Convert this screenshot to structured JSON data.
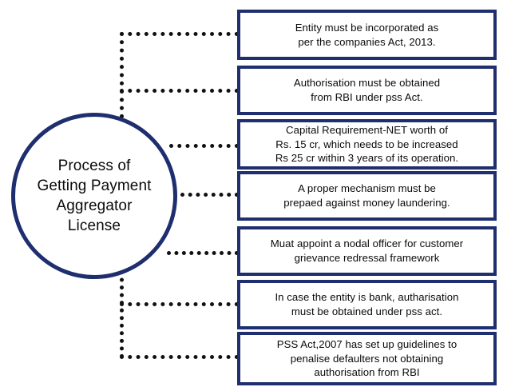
{
  "diagram": {
    "title": "Process of Getting Payment Aggregator License",
    "center_node": {
      "name": "process-circle",
      "lines": [
        "Process of",
        "Getting Payment",
        "Aggregator",
        "License"
      ]
    },
    "accent_color": "#1F2E6E",
    "connector_color": "#111111",
    "background_color": "#FFFFFF",
    "steps": [
      {
        "id": "step-1",
        "lines": [
          "Entity must be incorporated as",
          "per the companies  Act, 2013."
        ]
      },
      {
        "id": "step-2",
        "lines": [
          "Authorisation must be obtained",
          "from RBI under pss Act."
        ]
      },
      {
        "id": "step-3",
        "lines": [
          "Capital Requirement-NET worth  of",
          "Rs. 15 cr, which needs to be increased",
          "Rs 25 cr within 3 years of its operation."
        ]
      },
      {
        "id": "step-4",
        "lines": [
          "A proper mechanism must be",
          "prepaed against money laundering."
        ]
      },
      {
        "id": "step-5",
        "lines": [
          "Muat appoint a nodal officer for customer",
          "grievance redressal framework"
        ]
      },
      {
        "id": "step-6",
        "lines": [
          "In case  the entity is bank, autharisation",
          "must be obtained under pss act."
        ]
      },
      {
        "id": "step-7",
        "lines": [
          "PSS Act,2007 has set up guidelines to",
          "penalise defaulters not obtaining",
          "authorisation from RBI"
        ]
      }
    ]
  }
}
